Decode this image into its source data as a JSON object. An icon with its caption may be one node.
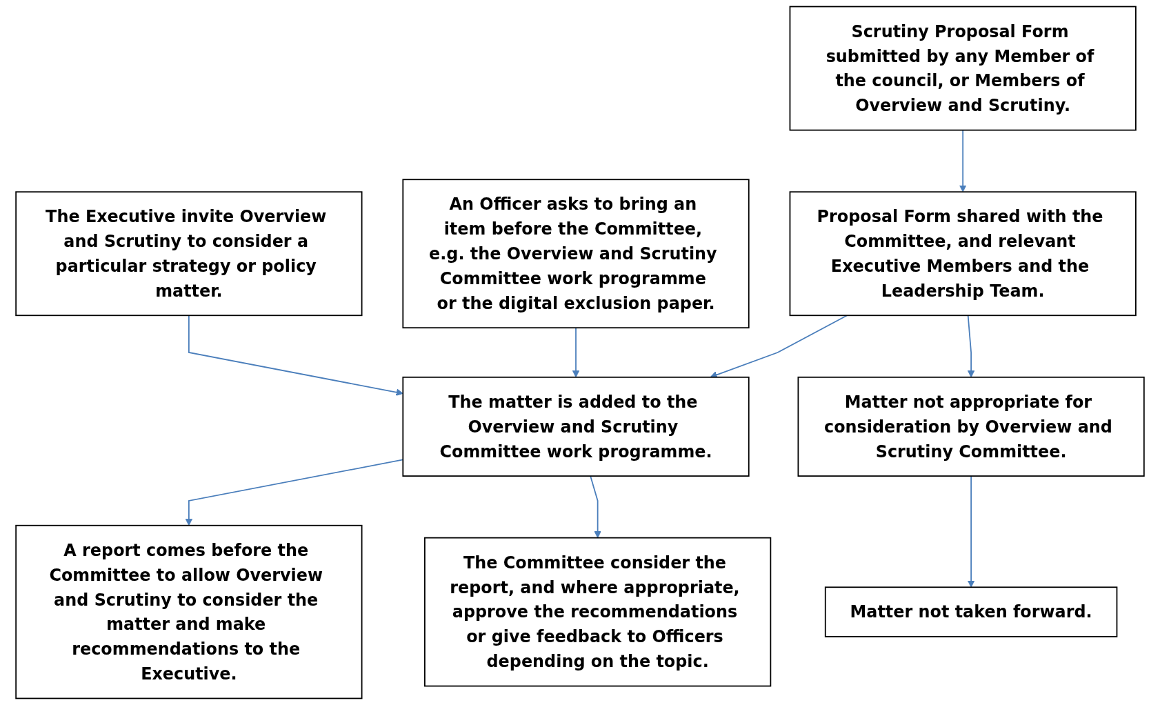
{
  "diagram": {
    "nodes": [
      {
        "text": [
          "Scrutiny Proposal Form submitted by any Member of the council, or Members of Overview and Scrutiny."
        ]
      },
      {
        "text": [
          "The Executive invite Overview and Scrutiny to consider a particular strategy or policy matter."
        ]
      },
      {
        "text": [
          "An Officer asks to bring an item before the Committee, e.g. the Overview and Scrutiny Committee work programme or the digital exclusion paper."
        ]
      },
      {
        "text": [
          "Proposal Form shared with the Committee, and relevant Executive Members and the Leadership Team."
        ]
      },
      {
        "text": [
          "The matter is added to the Overview and Scrutiny Committee work programme."
        ]
      },
      {
        "text": [
          "Matter not appropriate for consideration by Overview and Scrutiny Committee."
        ]
      },
      {
        "text": [
          "A report comes before the Committee to allow Overview and Scrutiny to consider the matter and make recommendations to the Executive."
        ]
      },
      {
        "text": [
          "The Committee consider the report, and where appropriate, approve the recommendations or give feedback to Officers depending on the topic."
        ]
      },
      {
        "text": [
          "Matter not taken forward."
        ]
      }
    ],
    "edges": [
      {
        "from": 0,
        "to": 3,
        "arrow": "to"
      },
      {
        "from": 3,
        "to": 4,
        "arrow": "to"
      },
      {
        "from": 1,
        "to": 4,
        "arrow": "to"
      },
      {
        "from": 2,
        "to": 4,
        "arrow": "to"
      },
      {
        "from": 3,
        "to": 5,
        "arrow": "to"
      },
      {
        "from": 4,
        "to": 6,
        "arrow": "to"
      },
      {
        "from": 4,
        "to": 7,
        "arrow": "to"
      },
      {
        "from": 5,
        "to": 8,
        "arrow": "to"
      }
    ]
  }
}
